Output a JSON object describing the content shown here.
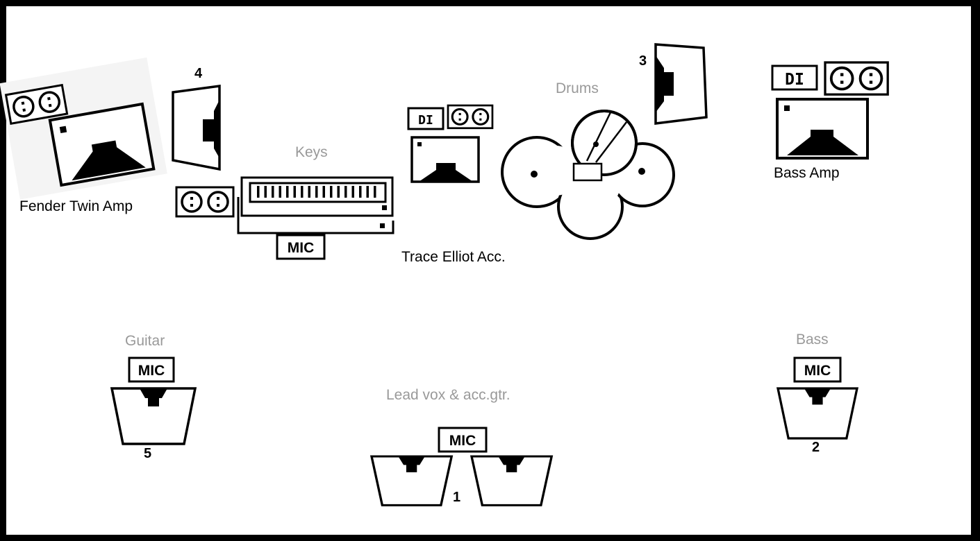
{
  "labels": {
    "drums": "Drums",
    "keys": "Keys",
    "guitar": "Guitar",
    "bass": "Bass",
    "lead": "Lead vox & acc.gtr.",
    "fender": "Fender Twin Amp",
    "trace": "Trace Elliot Acc.",
    "bass_amp": "Bass Amp"
  },
  "monitor_numbers": {
    "m1": "1",
    "m2": "2",
    "m3": "3",
    "m4": "4",
    "m5": "5"
  },
  "mic_labels": {
    "keys": "MIC",
    "guitar": "MIC",
    "bass": "MIC",
    "lead": "MIC"
  },
  "di_labels": {
    "trace": "DI",
    "bass": "DI"
  },
  "colors": {
    "frame": "#000000",
    "stage_bg": "#ffffff",
    "instrument_label": "#999999",
    "equipment_label": "#000000"
  }
}
